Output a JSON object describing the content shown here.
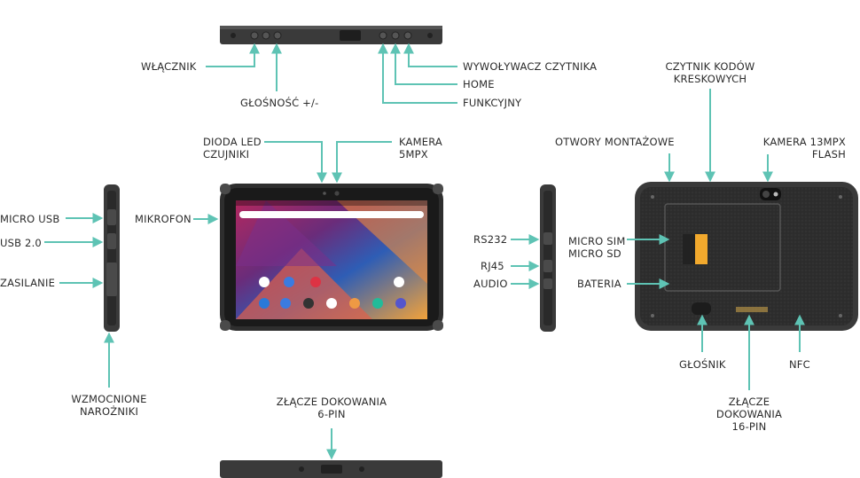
{
  "colors": {
    "arrow": "#5ec3b4",
    "device": "#3a3a3a",
    "text": "#2b2b2b"
  },
  "labels": {
    "wlacznik": "WŁĄCZNIK",
    "glosnosc": "GŁOŚNOŚĆ +/-",
    "wywolywacz": "WYWOŁYWACZ CZYTNIKA",
    "home": "HOME",
    "funkcyjny": "FUNKCYJNY",
    "dioda": [
      "DIODA LED",
      "CZUJNIKI"
    ],
    "kamera5": [
      "KAMERA",
      "5MPX"
    ],
    "micro_usb": "MICRO USB",
    "usb": "USB 2.0",
    "zasilanie": "ZASILANIE",
    "mikrofon": "MIKROFON",
    "narozniki": [
      "WZMOCNIONE",
      "NAROŻNIKI"
    ],
    "dokowanie6": [
      "ZŁĄCZE DOKOWANIA",
      "6-PIN"
    ],
    "rs232": "RS232",
    "rj45": "RJ45",
    "audio": "AUDIO",
    "otwory": "OTWORY MONTAŻOWE",
    "czytnik": [
      "CZYTNIK KODÓW",
      "KRESKOWYCH"
    ],
    "kamera13": [
      "KAMERA 13MPX",
      "FLASH"
    ],
    "micro_sim": [
      "MICRO SIM",
      "MICRO SD"
    ],
    "bateria": "BATERIA",
    "glosnik": "GŁOŚNIK",
    "nfc": "NFC",
    "dokowanie16": [
      "ZŁĄCZE",
      "DOKOWANIA",
      "16-PIN"
    ]
  }
}
